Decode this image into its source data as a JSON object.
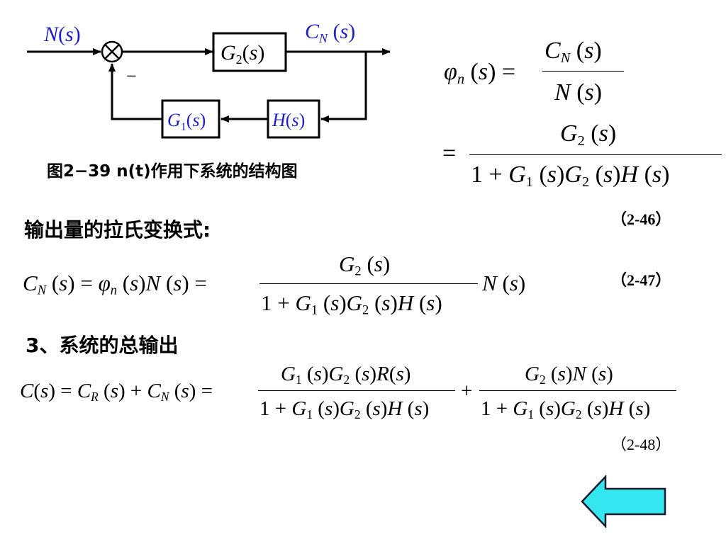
{
  "diagram": {
    "input_label": "N(s)",
    "output_label": "C_N(s)",
    "minus_sign": "−",
    "blocks": {
      "g2": "G2(s)",
      "g1": "G1(s)",
      "h": "H(s)"
    },
    "caption": "图2−39 n(t)作用下系统的结构图",
    "colors": {
      "labels": "#1f1fc4",
      "lines": "#000000"
    }
  },
  "eq_2_46": {
    "lhs": "φn(s)",
    "ratio_num": "C_N(s)",
    "ratio_den": "N(s)",
    "num": "G2(s)",
    "den": "1+G1(s)G2(s)H(s)",
    "number": "（2-46）"
  },
  "section_output": {
    "heading": "输出量的拉氏变换式:"
  },
  "eq_2_47": {
    "lhs": "C_N(s) = φn(s)N(s) =",
    "num": "G2(s)",
    "den": "1+G1(s)G2(s)H(s)",
    "tail": "N(s)",
    "number": "（2-47）"
  },
  "section_total": {
    "heading": "3、系统的总输出"
  },
  "eq_2_48": {
    "lhs": "C(s) = C_R(s) + C_N(s) =",
    "term1_num": "G1(s)G2(s)R(s)",
    "term1_den": "1+G1(s)G2(s)H(s)",
    "plus": "+",
    "term2_num": "G2(s)N(s)",
    "term2_den": "1+G1(s)G2(s)H(s)",
    "number": "（2-48）"
  },
  "nav": {
    "back_icon": "left-arrow-icon",
    "color": "#33e6f0"
  }
}
